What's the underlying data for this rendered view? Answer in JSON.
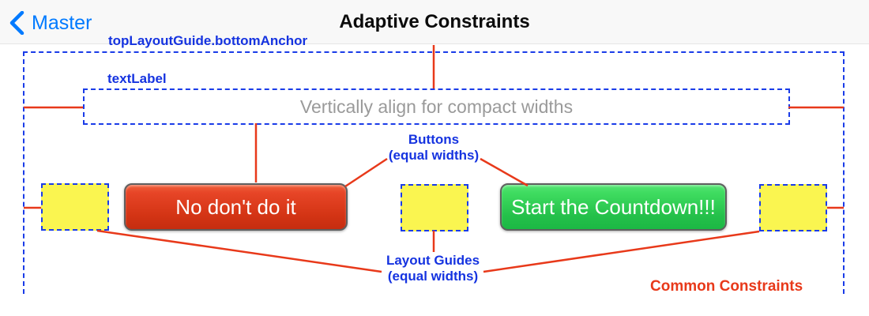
{
  "nav": {
    "back_label": "Master",
    "title": "Adaptive Constraints"
  },
  "annotations": {
    "top_anchor": "topLayoutGuide.bottomAnchor",
    "text_label_tag": "textLabel",
    "buttons_line1": "Buttons",
    "buttons_line2": "(equal widths)",
    "guides_line1": "Layout Guides",
    "guides_line2": "(equal widths)",
    "common_constraints": "Common Constraints"
  },
  "content": {
    "text_label_value": "Vertically align for compact widths",
    "red_button_label": "No don't do it",
    "green_button_label": "Start the Countdown!!!"
  },
  "colors": {
    "ios_blue": "#007AFF",
    "annotation_blue": "#1533E0",
    "outline_blue": "#1A3CE8",
    "constraint_red": "#E8391A",
    "guide_yellow": "#FAF550",
    "red_button_top": "#F0603A",
    "red_button_bottom": "#C52D10",
    "green_button_top": "#55E573",
    "green_button_bottom": "#1CB844",
    "navbar_bg": "#f8f8f8"
  }
}
